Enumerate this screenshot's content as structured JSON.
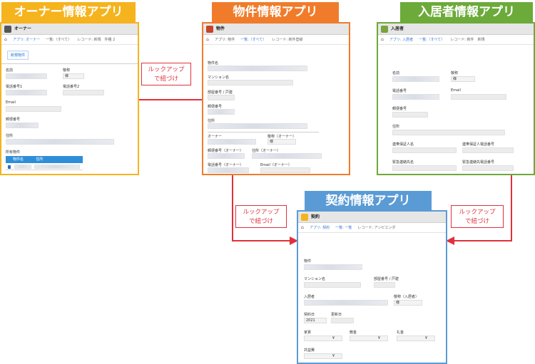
{
  "colors": {
    "owner": "#f5b31d",
    "property": "#f07c2b",
    "tenant": "#6caa3a",
    "contract": "#5b9bd5",
    "connector": "#e0313b",
    "link_text": "#3a7bd5"
  },
  "apps": {
    "owner": {
      "title": "オーナー情報アプリ",
      "window_title": "オーナー",
      "nav": {
        "app": "アプリ: オーナー",
        "list": "一覧:（すべて）",
        "record": "レコード: 新規　件種 2"
      },
      "new_button": "新規物件",
      "fields": {
        "name": "名前",
        "title": "敬称",
        "title_value": "様",
        "phone1": "電話番号1",
        "phone2": "電話番号2",
        "email": "Email",
        "postal": "郵便番号",
        "address": "住所",
        "owned": "所有物件"
      },
      "table_headers": [
        "物件名",
        "住所"
      ]
    },
    "property": {
      "title": "物件情報アプリ",
      "window_title": "物件",
      "nav": {
        "app": "アプリ: 物件",
        "list": "一覧:（すべて）",
        "record": "レコード: 新件登録"
      },
      "fields": {
        "property_name": "物件名",
        "mansion": "マンション名",
        "room": "部屋番号 / 戸建",
        "postal": "郵便番号",
        "address": "住所",
        "owner": "オーナー",
        "owner_title": "敬称（オーナー）",
        "owner_title_value": "様",
        "owner_postal": "郵便番号（オーナー）",
        "owner_address": "住所（オーナー）",
        "owner_phone": "電話番号（オーナー）",
        "owner_email": "Email（オーナー）"
      }
    },
    "tenant": {
      "title": "入居者情報アプリ",
      "window_title": "入居者",
      "nav": {
        "app": "アプリ: 入居者",
        "list": "一覧:（すべて）",
        "record": "レコード: 新件　新規"
      },
      "fields": {
        "name": "名前",
        "title": "敬称",
        "title_value": "様",
        "phone": "電話番号",
        "email": "Email",
        "postal": "郵便番号",
        "address": "住所",
        "guarantor": "連帯保証人名",
        "guarantor_phone": "連帯保証人電話番号",
        "emergency": "緊急連絡先名",
        "emergency_phone": "緊急連絡先電話番号"
      }
    },
    "contract": {
      "title": "契約情報アプリ",
      "window_title": "契約",
      "nav": {
        "app": "アプリ: 契約",
        "list": "一覧: 一覧",
        "record": "レコード: アンビエンダ"
      },
      "fields": {
        "property": "物件",
        "mansion": "マンション名",
        "room": "部屋番号 / 戸建",
        "tenant": "入居者",
        "tenant_title": "敬称（入居者）",
        "tenant_title_value": "様",
        "contract_date": "契約日",
        "contract_date_value": "2021",
        "renewal_date": "更新日",
        "rent": "家賃",
        "deposit": "敷金",
        "key_money": "礼金",
        "common_fee": "共益費",
        "yen": "¥"
      }
    }
  },
  "callouts": {
    "owner_property": "ルックアップ\nで紐づけ",
    "property_contract": "ルックアップ\nで紐づけ",
    "tenant_contract": "ルックアップ\nで紐づけ"
  }
}
